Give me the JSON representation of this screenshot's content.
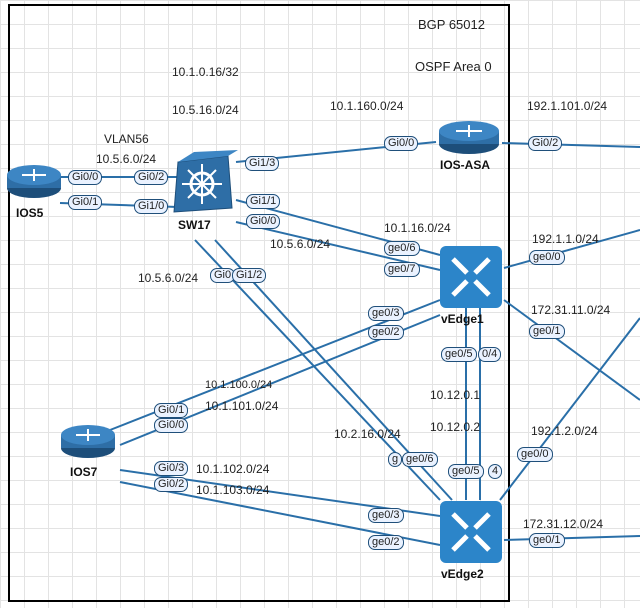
{
  "region": {
    "bgp_label": "BGP 65012",
    "ospf_label": "OSPF Area 0"
  },
  "devices": {
    "ios5": "IOS5",
    "sw17": "SW17",
    "ios_asa": "IOS-ASA",
    "vedge1": "vEdge1",
    "ios7": "IOS7",
    "vedge2": "vEdge2"
  },
  "subnets": {
    "s1": "10.1.0.16/32",
    "s2": "10.5.16.0/24",
    "s3": "10.1.160.0/24",
    "s4": "192.1.101.0/24",
    "s5": "VLAN56",
    "s6": "10.5.6.0/24",
    "s7": "10.1.16.0/24",
    "s8": "10.5.6.0/24",
    "s9": "192.1.1.0/24",
    "s10": "10.5.6.0/24",
    "s11": "172.31.11.0/24",
    "s12": "10.1.100.0/24",
    "s13": "10.1.101.0/24",
    "s14": "10.12.0.1",
    "s15": "10.12.0.2",
    "s16": "10.2.16.0/24",
    "s17": "192.1.2.0/24",
    "s18": "10.1.102.0/24",
    "s19": "10.1.103.0/24",
    "s20": "172.31.12.0/24"
  },
  "interfaces": {
    "i1": "Gi0/0",
    "i2": "Gi0/1",
    "i3": "Gi0/2",
    "i4": "Gi1/0",
    "i5": "Gi1/3",
    "i6": "Gi1/1",
    "i7": "Gi0/0",
    "i8": "Gi0/0",
    "i9": "Gi0/2",
    "i10": "ge0/6",
    "i11": "ge0/7",
    "i12": "ge0/0",
    "i13": "Gi0",
    "i14": "Gi1/2",
    "i15": "ge0/3",
    "i16": "ge0/2",
    "i17": "ge0/1",
    "i18": "ge0/5",
    "i19": "0/4",
    "i20": "Gi0/1",
    "i21": "Gi0/0",
    "i22": "Gi0/3",
    "i23": "Gi0/2",
    "i24": "g",
    "i25": "ge0/6",
    "i26": "ge0/5",
    "i27": "4",
    "i28": "ge0/0",
    "i29": "ge0/3",
    "i30": "ge0/2",
    "i31": "ge0/1"
  },
  "colors": {
    "link": "#2a6fa8",
    "router": "#2e6ea6",
    "vedge": "#2c85c9",
    "border": "#000000"
  }
}
